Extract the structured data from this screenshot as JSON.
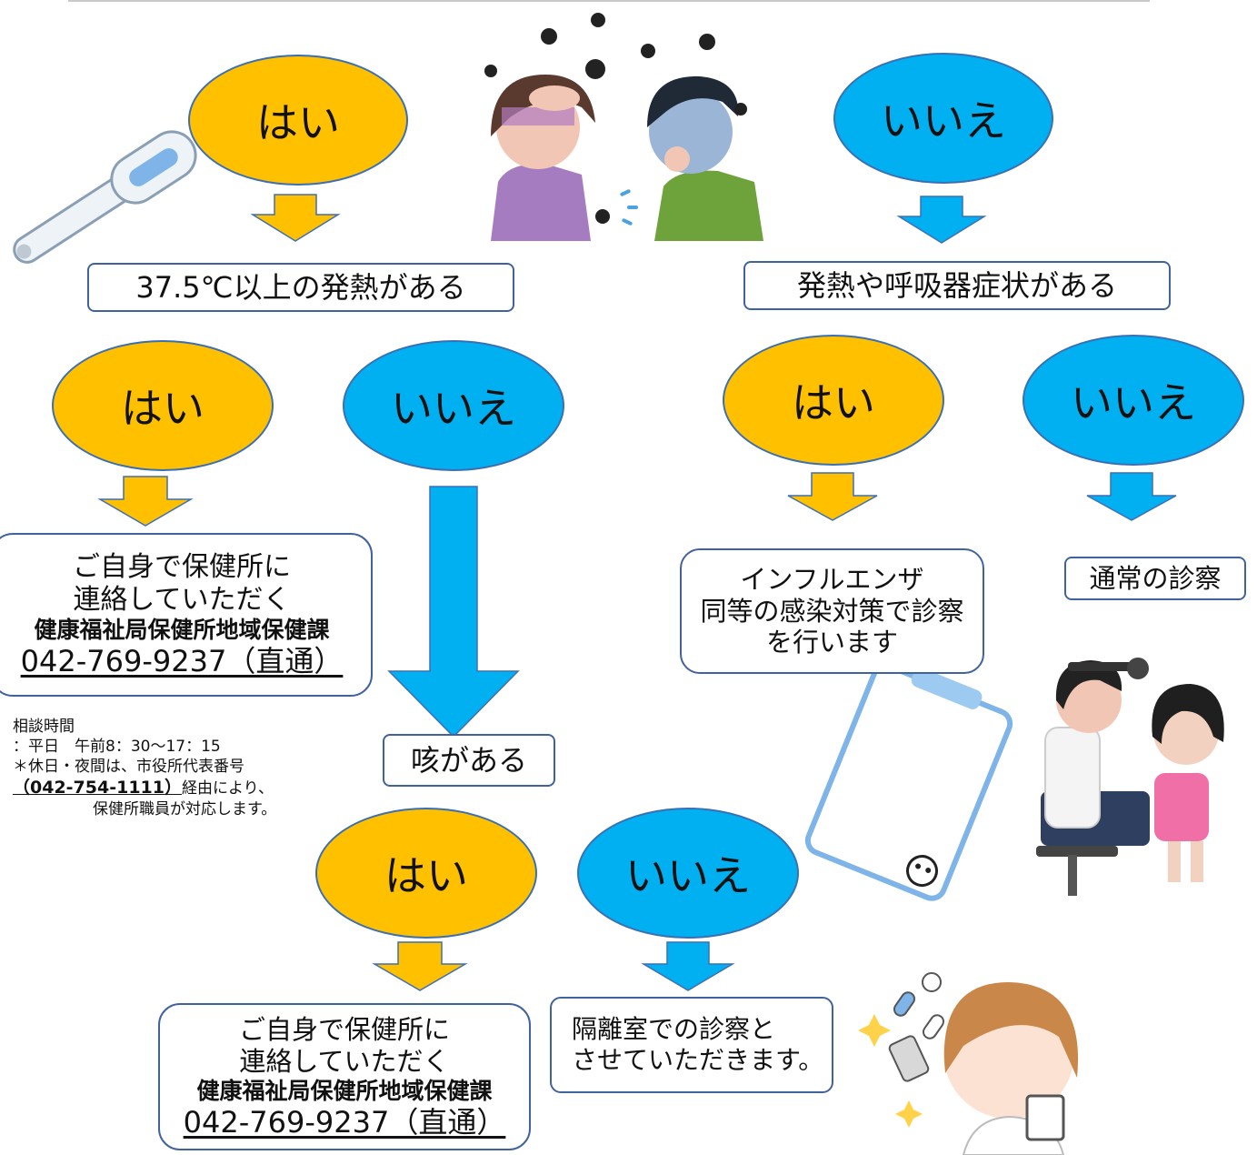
{
  "flow": {
    "yes_label": "はい",
    "no_label": "いいえ",
    "q_fever": "37.5℃以上の発熱がある",
    "q_symptoms": "発熱や呼吸器症状がある",
    "q_cough": "咳がある",
    "contact": {
      "line1": "ご自身で保健所に",
      "line2": "連絡していただく",
      "org": "健康福祉局保健所地域保健課",
      "phone": "042-769-9237（直通）"
    },
    "influenza": {
      "line1": "インフルエンザ",
      "line2": "同等の感染対策で診察",
      "line3": "を行います"
    },
    "normal": "通常の診察",
    "isolation": {
      "line1": "隔離室での診察と",
      "line2": "させていただきます。"
    }
  },
  "consult": {
    "title": "相談時間",
    "weekday": "：平日　午前8：30〜17：15",
    "holiday": "＊休日・夜間は、市役所代表番号",
    "city_phone": "（042-754-1111）",
    "via": "経由により、",
    "staff": "保健所職員が対応します。"
  },
  "colors": {
    "yes": "#ffc000",
    "no": "#00b0f0",
    "border": "#41639c"
  }
}
